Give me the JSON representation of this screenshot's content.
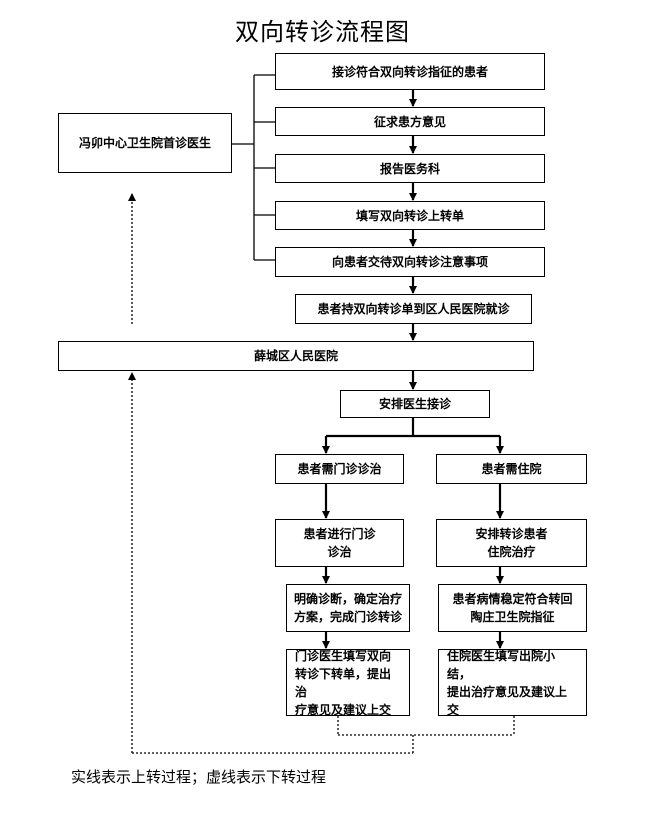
{
  "title": "双向转诊流程图",
  "nodes": {
    "receive": "接诊符合双向转诊指征的患者",
    "consent": "征求患方意见",
    "report": "报告医务科",
    "fill_up": "填写双向转诊上转单",
    "notice": "向患者交待双向转诊注意事项",
    "carry": "患者持双向转诊单到区人民医院就诊",
    "origin": "冯卯中心卫生院首诊医生",
    "hospital": "薛城区人民医院",
    "arrange": "安排医生接诊",
    "outpatient": "患者需门诊诊治",
    "inpatient": "患者需住院",
    "out_treat_1": "患者进行门诊",
    "out_treat_2": "诊治",
    "in_treat_1": "安排转诊患者",
    "in_treat_2": "住院治疗",
    "out_diag_1": "明确诊断，确定治疗",
    "out_diag_2": "方案，完成门诊转诊",
    "in_stable_1": "患者病情稳定符合转回",
    "in_stable_2": "陶庄卫生院指征",
    "out_down_1": "门诊医生填写双向",
    "out_down_2": "转诊下转单，提出治",
    "out_down_3": "疗意见及建议上交",
    "in_down_1": "住院医生填写出院小结，",
    "in_down_2": "提出治疗意见及建议上",
    "in_down_3": "交"
  },
  "legend": "实线表示上转过程；虚线表示下转过程"
}
